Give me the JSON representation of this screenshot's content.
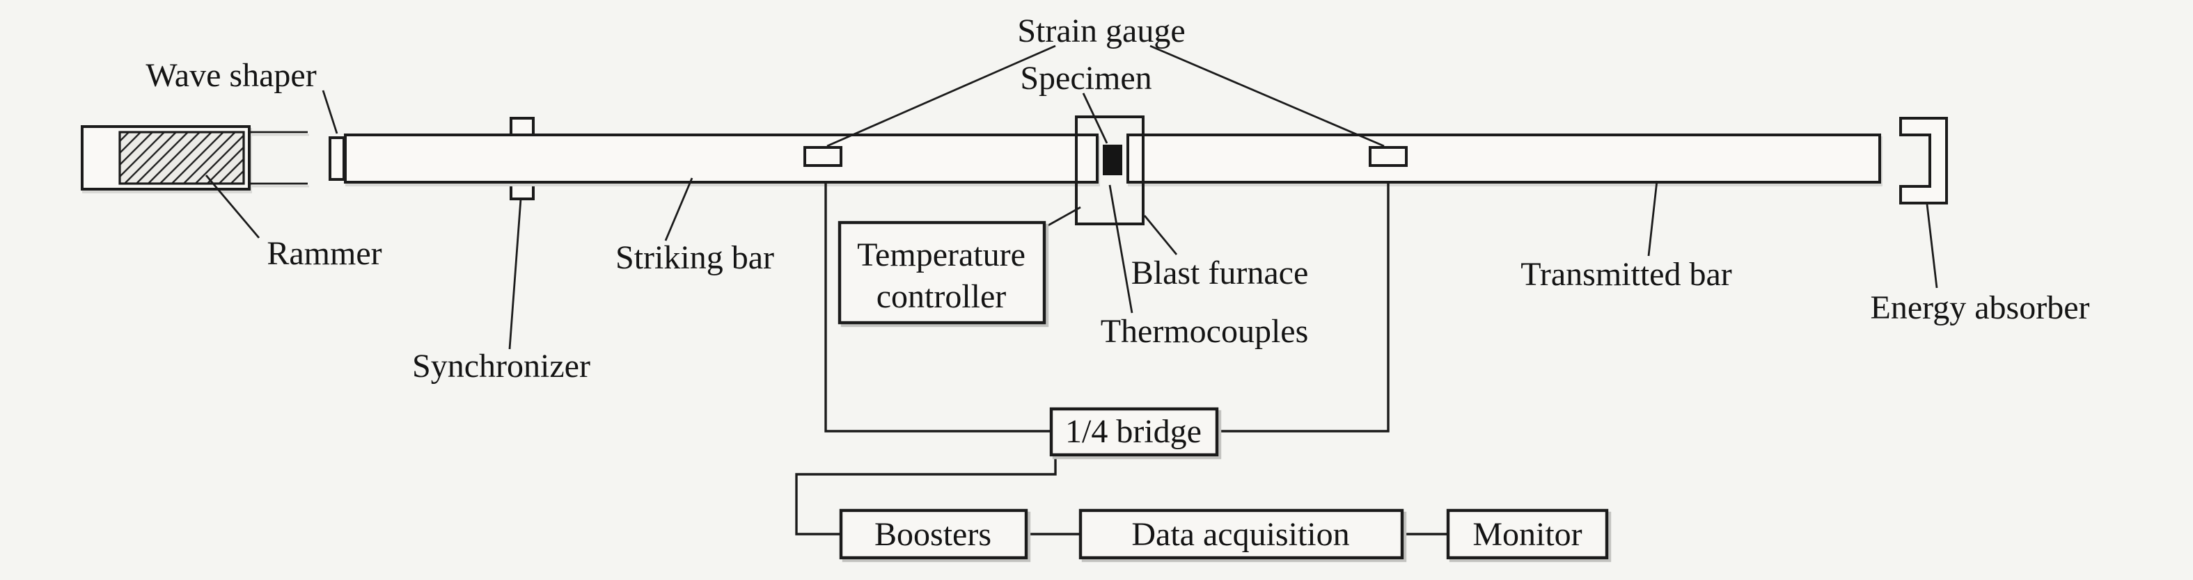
{
  "diagram": {
    "labels": {
      "wave_shaper": "Wave shaper",
      "rammer": "Rammer",
      "synchronizer": "Synchronizer",
      "striking_bar": "Striking bar",
      "strain_gauge": "Strain gauge",
      "specimen": "Specimen",
      "temperature_controller_line1": "Temperature",
      "temperature_controller_line2": "controller",
      "blast_furnace": "Blast furnace",
      "thermocouples": "Thermocouples",
      "transmitted_bar": "Transmitted bar",
      "energy_absorber": "Energy absorber",
      "quarter_bridge": "1/4 bridge",
      "boosters": "Boosters",
      "data_acquisition": "Data acquisition",
      "monitor": "Monitor"
    },
    "colors": {
      "background": "#f5f5f2",
      "line": "#1b1b1b",
      "box_fill": "#f8f7f4",
      "specimen_fill": "#151515"
    }
  }
}
